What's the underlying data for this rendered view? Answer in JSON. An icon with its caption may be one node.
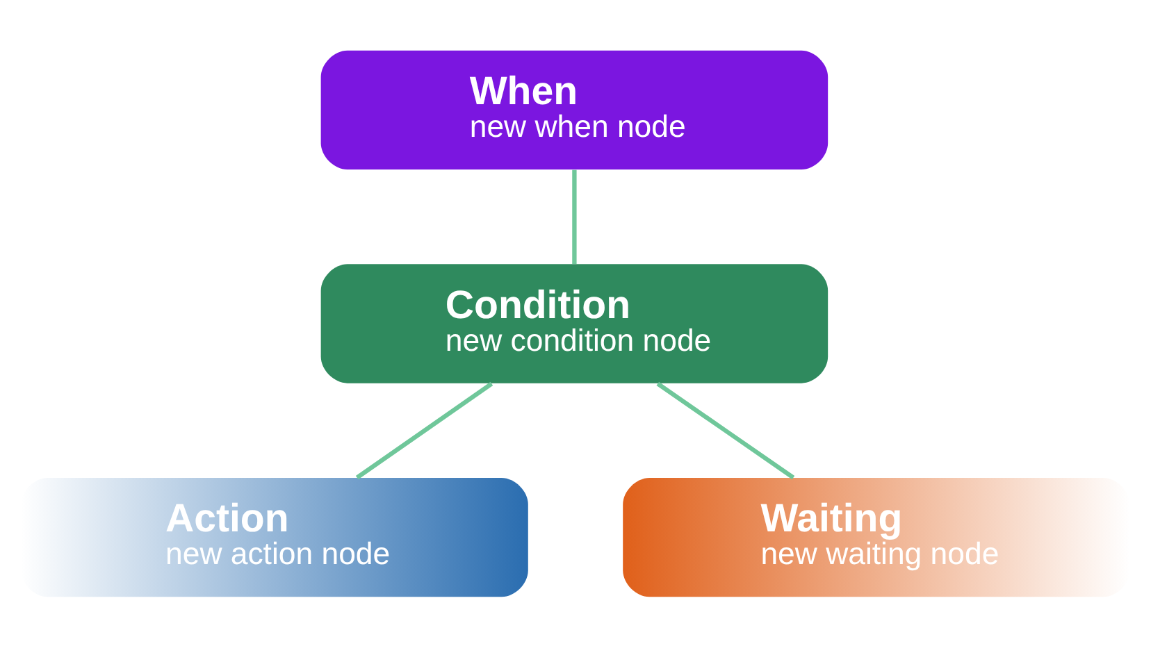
{
  "diagram": {
    "nodes": [
      {
        "text": [
          "When",
          "new when node"
        ]
      },
      {
        "text": [
          "Condition",
          "new condition node"
        ]
      },
      {
        "text": [
          "Action",
          "new action node"
        ]
      },
      {
        "text": [
          "Waiting",
          "new waiting node"
        ]
      }
    ],
    "edges": [
      {
        "from": 0,
        "to": 1,
        "arrow": "none"
      },
      {
        "from": 1,
        "to": 2,
        "arrow": "none"
      },
      {
        "from": 1,
        "to": 3,
        "arrow": "none"
      }
    ]
  }
}
